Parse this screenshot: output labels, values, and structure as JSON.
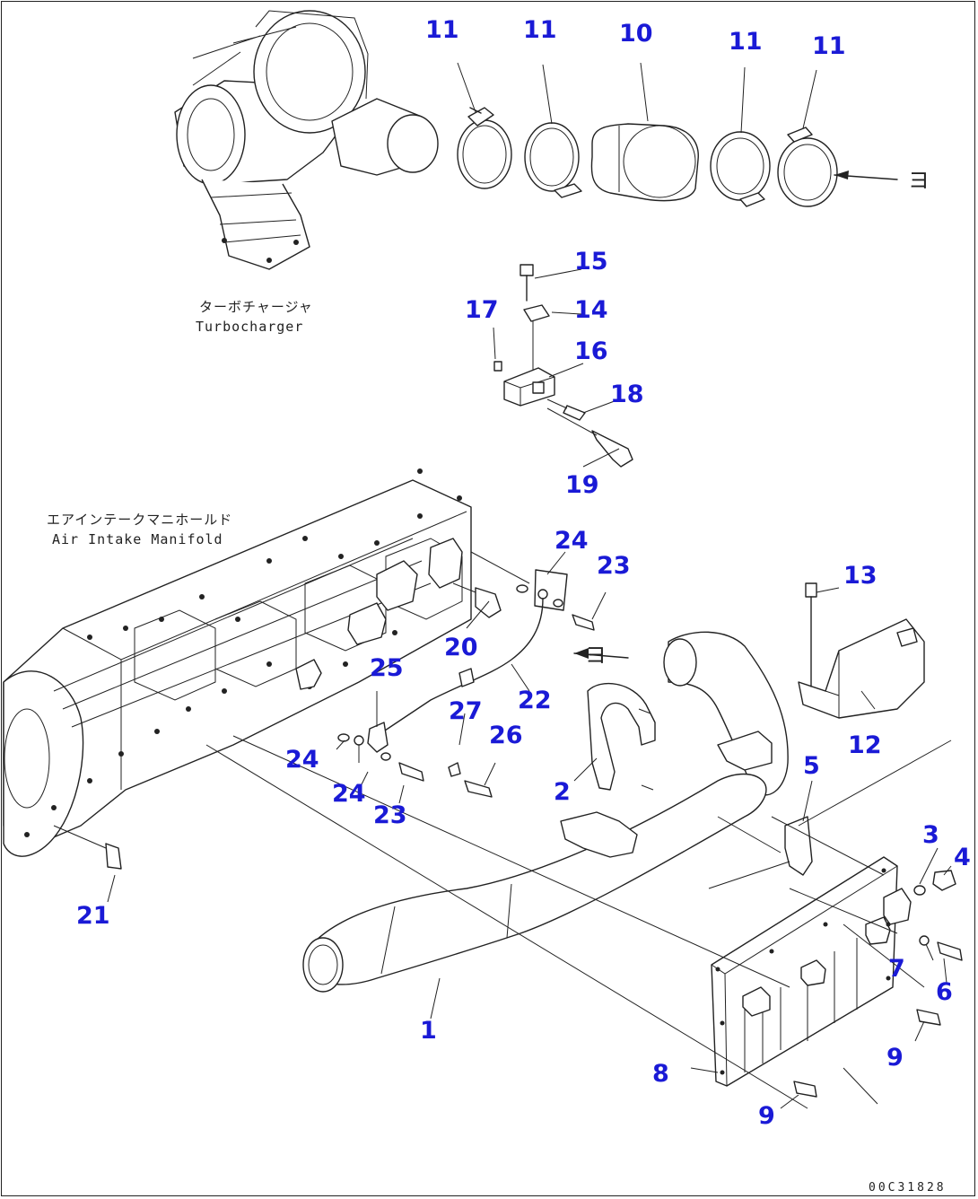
{
  "callouts": {
    "n1": "1",
    "n2": "2",
    "n3": "3",
    "n4": "4",
    "n5": "5",
    "n6": "6",
    "n7": "7",
    "n8": "8",
    "n9a": "9",
    "n9b": "9",
    "n10": "10",
    "n11a": "11",
    "n11b": "11",
    "n11c": "11",
    "n11d": "11",
    "n12": "12",
    "n13": "13",
    "n14": "14",
    "n15": "15",
    "n16": "16",
    "n17": "17",
    "n18": "18",
    "n19": "19",
    "n20": "20",
    "n21": "21",
    "n22": "22",
    "n23a": "23",
    "n23b": "23",
    "n24a": "24",
    "n24b": "24",
    "n24c": "24",
    "n25": "25",
    "n26": "26",
    "n27": "27"
  },
  "captions": {
    "turbo_jp": "ターボチャージャ",
    "turbo_en": "Turbocharger",
    "manifold_jp": "エアインテークマニホールド",
    "manifold_en": "Air Intake Manifold"
  },
  "arrow_markers": {
    "a_top": "ヨ",
    "a_mid": "ヨ"
  },
  "drawing_number": "00C31828"
}
